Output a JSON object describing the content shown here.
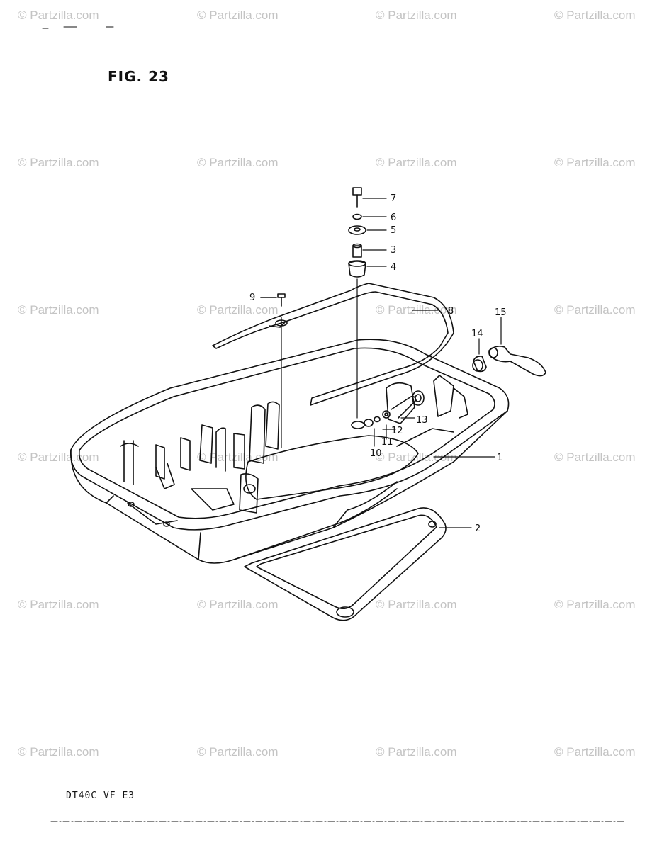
{
  "figure": {
    "title": "FIG. 23",
    "model_code": "DT40C  VF  E3"
  },
  "watermark": {
    "text": "© Partzilla.com"
  },
  "callouts": [
    {
      "id": "c1",
      "label": "1"
    },
    {
      "id": "c2",
      "label": "2"
    },
    {
      "id": "c3",
      "label": "3"
    },
    {
      "id": "c4",
      "label": "4"
    },
    {
      "id": "c5",
      "label": "5"
    },
    {
      "id": "c6",
      "label": "6"
    },
    {
      "id": "c7",
      "label": "7"
    },
    {
      "id": "c8",
      "label": "8"
    },
    {
      "id": "c9",
      "label": "9"
    },
    {
      "id": "c10",
      "label": "10"
    },
    {
      "id": "c11",
      "label": "11"
    },
    {
      "id": "c12",
      "label": "12"
    },
    {
      "id": "c13",
      "label": "13"
    },
    {
      "id": "c14",
      "label": "14"
    },
    {
      "id": "c15",
      "label": "15"
    }
  ]
}
